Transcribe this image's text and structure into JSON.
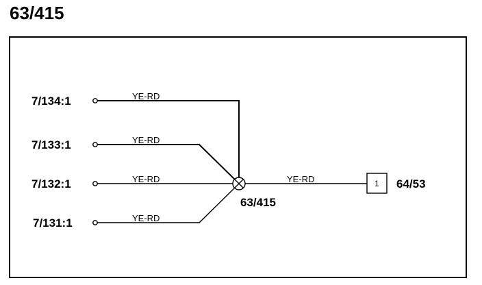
{
  "title": "63/415",
  "connectors": [
    {
      "label": "7/134:1",
      "wire": "YE-RD"
    },
    {
      "label": "7/133:1",
      "wire": "YE-RD"
    },
    {
      "label": "7/132:1",
      "wire": "YE-RD"
    },
    {
      "label": "7/131:1",
      "wire": "YE-RD"
    }
  ],
  "splice": {
    "label": "63/415"
  },
  "output": {
    "wire": "YE-RD",
    "pin": "1",
    "label": "64/53"
  }
}
